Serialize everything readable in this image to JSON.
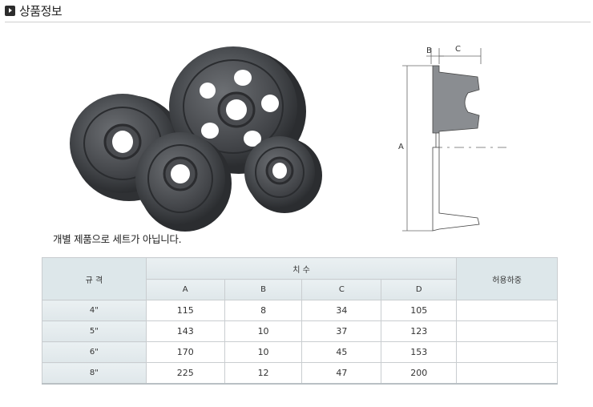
{
  "header": {
    "title": "상품정보"
  },
  "note": "개별 제품으로 세트가 아닙니다.",
  "diagram": {
    "label_a": "A",
    "label_b": "B",
    "label_c": "C"
  },
  "table": {
    "col_spec": "규  격",
    "col_dims": "치        수",
    "col_load": "허용하중",
    "sub_headers": [
      "A",
      "B",
      "C",
      "D"
    ],
    "rows": [
      {
        "spec": "4\"",
        "a": "115",
        "b": "8",
        "c": "34",
        "d": "105",
        "load": ""
      },
      {
        "spec": "5\"",
        "a": "143",
        "b": "10",
        "c": "37",
        "d": "123",
        "load": ""
      },
      {
        "spec": "6\"",
        "a": "170",
        "b": "10",
        "c": "45",
        "d": "153",
        "load": ""
      },
      {
        "spec": "8\"",
        "a": "225",
        "b": "12",
        "c": "47",
        "d": "200",
        "load": ""
      }
    ]
  }
}
